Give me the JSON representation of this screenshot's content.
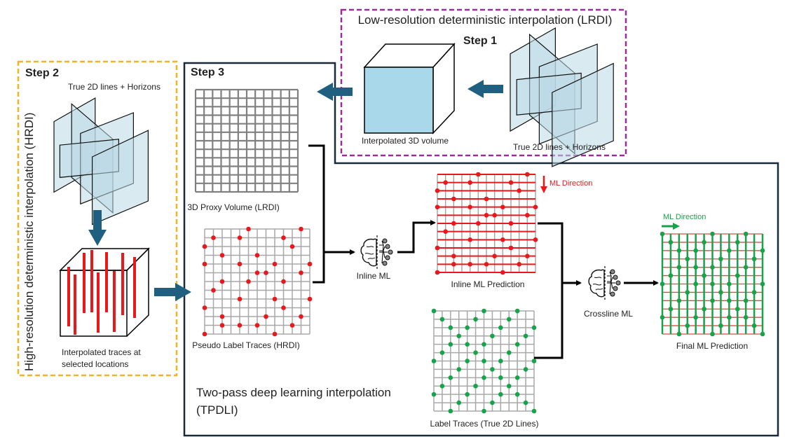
{
  "step1": {
    "title": "Low-resolution deterministic interpolation (LRDI)",
    "step_label": "Step 1",
    "cube_label": "Interpolated 3D volume",
    "planes_label": "True 2D lines + Horizons"
  },
  "step2": {
    "side_title": "High-resolution deterministic interpolation (HRDI)",
    "step_label": "Step 2",
    "planes_label": "True 2D lines + Horizons",
    "traces_label_line1": "Interpolated traces at",
    "traces_label_line2": "selected locations"
  },
  "step3": {
    "step_label": "Step 3",
    "proxy_label": "3D Proxy Volume (LRDI)",
    "pseudo_label": "Pseudo Label Traces (HRDI)",
    "inline_ml_label": "Inline ML",
    "inline_pred_label": "Inline ML Prediction",
    "inline_direction_label": "ML Direction",
    "label_traces_label": "Label Traces (True 2D Lines)",
    "crossline_ml_label": "Crossline ML",
    "crossline_direction_label": "ML Direction",
    "final_pred_label": "Final ML Prediction",
    "tpdli_line1": "Two-pass deep learning interpolation",
    "tpdli_line2": "(TPDLI)"
  },
  "colors": {
    "step1_border": "#9b2d9b",
    "step2_border": "#f0b429",
    "step3_border": "#1b2a3a",
    "arrow_blue": "#1f5f80",
    "cube_fill": "#a9d8ea",
    "red": "#e8191c",
    "green": "#17a34a",
    "grid_gray": "#a8a8a8"
  },
  "grids": {
    "size": 12,
    "pseudo_points": [
      [
        5,
        0
      ],
      [
        11,
        0
      ],
      [
        1,
        1
      ],
      [
        4,
        1
      ],
      [
        9,
        1
      ],
      [
        0,
        2
      ],
      [
        10,
        2
      ],
      [
        2,
        3
      ],
      [
        6,
        3
      ],
      [
        0,
        4
      ],
      [
        4,
        4
      ],
      [
        8,
        4
      ],
      [
        12,
        4
      ],
      [
        6,
        5
      ],
      [
        7,
        5
      ],
      [
        11,
        5
      ],
      [
        2,
        6
      ],
      [
        5,
        6
      ],
      [
        9,
        6
      ],
      [
        1,
        7
      ],
      [
        4,
        8
      ],
      [
        8,
        8
      ],
      [
        12,
        8
      ],
      [
        0,
        9
      ],
      [
        9,
        9
      ],
      [
        2,
        10
      ],
      [
        7,
        10
      ],
      [
        11,
        10
      ],
      [
        2,
        11
      ],
      [
        4,
        11
      ],
      [
        6,
        11
      ],
      [
        10,
        11
      ],
      [
        0,
        12
      ],
      [
        8,
        12
      ]
    ],
    "inline_points": [
      [
        5,
        0
      ],
      [
        11,
        0
      ],
      [
        1,
        1
      ],
      [
        4,
        1
      ],
      [
        9,
        1
      ],
      [
        0,
        2
      ],
      [
        10,
        2
      ],
      [
        2,
        3
      ],
      [
        6,
        3
      ],
      [
        0,
        4
      ],
      [
        4,
        4
      ],
      [
        8,
        4
      ],
      [
        12,
        4
      ],
      [
        6,
        5
      ],
      [
        7,
        5
      ],
      [
        11,
        5
      ],
      [
        2,
        6
      ],
      [
        5,
        6
      ],
      [
        9,
        6
      ],
      [
        1,
        7
      ],
      [
        4,
        8
      ],
      [
        8,
        8
      ],
      [
        12,
        8
      ],
      [
        0,
        9
      ],
      [
        9,
        9
      ],
      [
        2,
        10
      ],
      [
        7,
        10
      ],
      [
        11,
        10
      ],
      [
        2,
        11
      ],
      [
        4,
        11
      ],
      [
        6,
        11
      ],
      [
        10,
        11
      ],
      [
        0,
        12
      ],
      [
        8,
        12
      ]
    ],
    "label_points": [
      [
        0,
        0
      ],
      [
        6,
        0
      ],
      [
        10,
        0
      ],
      [
        1,
        1
      ],
      [
        5,
        1
      ],
      [
        9,
        1
      ],
      [
        2,
        2
      ],
      [
        4,
        2
      ],
      [
        8,
        2
      ],
      [
        12,
        2
      ],
      [
        3,
        3
      ],
      [
        7,
        3
      ],
      [
        11,
        3
      ],
      [
        2,
        4
      ],
      [
        4,
        4
      ],
      [
        6,
        4
      ],
      [
        10,
        4
      ],
      [
        1,
        5
      ],
      [
        5,
        5
      ],
      [
        9,
        5
      ],
      [
        0,
        6
      ],
      [
        4,
        6
      ],
      [
        6,
        6
      ],
      [
        8,
        6
      ],
      [
        12,
        6
      ],
      [
        3,
        7
      ],
      [
        7,
        7
      ],
      [
        11,
        7
      ],
      [
        2,
        8
      ],
      [
        6,
        8
      ],
      [
        8,
        8
      ],
      [
        10,
        8
      ],
      [
        1,
        9
      ],
      [
        5,
        9
      ],
      [
        9,
        9
      ],
      [
        0,
        10
      ],
      [
        4,
        10
      ],
      [
        8,
        10
      ],
      [
        10,
        10
      ],
      [
        3,
        11
      ],
      [
        7,
        11
      ],
      [
        11,
        11
      ],
      [
        2,
        12
      ],
      [
        6,
        12
      ],
      [
        12,
        12
      ]
    ],
    "final_points": [
      [
        0,
        0
      ],
      [
        6,
        0
      ],
      [
        10,
        0
      ],
      [
        1,
        1
      ],
      [
        5,
        1
      ],
      [
        9,
        1
      ],
      [
        2,
        2
      ],
      [
        4,
        2
      ],
      [
        8,
        2
      ],
      [
        12,
        2
      ],
      [
        3,
        3
      ],
      [
        7,
        3
      ],
      [
        11,
        3
      ],
      [
        2,
        4
      ],
      [
        4,
        4
      ],
      [
        6,
        4
      ],
      [
        10,
        4
      ],
      [
        1,
        5
      ],
      [
        5,
        5
      ],
      [
        9,
        5
      ],
      [
        0,
        6
      ],
      [
        4,
        6
      ],
      [
        6,
        6
      ],
      [
        8,
        6
      ],
      [
        12,
        6
      ],
      [
        3,
        7
      ],
      [
        7,
        7
      ],
      [
        11,
        7
      ],
      [
        2,
        8
      ],
      [
        6,
        8
      ],
      [
        8,
        8
      ],
      [
        10,
        8
      ],
      [
        1,
        9
      ],
      [
        5,
        9
      ],
      [
        9,
        9
      ],
      [
        0,
        10
      ],
      [
        4,
        10
      ],
      [
        8,
        10
      ],
      [
        10,
        10
      ],
      [
        3,
        11
      ],
      [
        7,
        11
      ],
      [
        11,
        11
      ],
      [
        2,
        12
      ],
      [
        6,
        12
      ],
      [
        12,
        12
      ]
    ]
  }
}
